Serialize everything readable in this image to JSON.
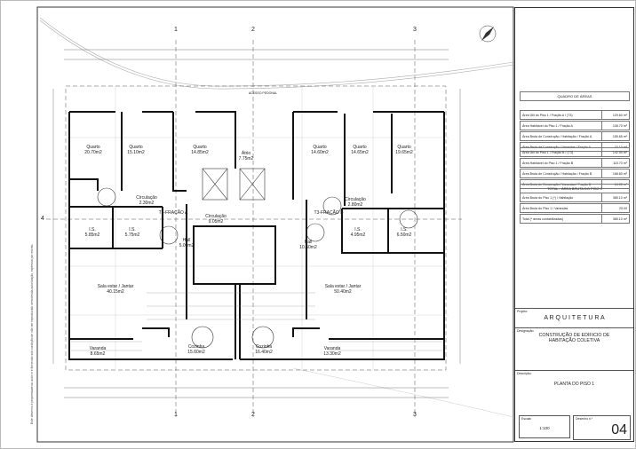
{
  "side_note": "Este desenho é propriedade do autor e é fornecido sob condição de não ser reproduzido sem devida autorização, expressa por escrito.",
  "plan": {
    "axes_top": [
      "1",
      "2",
      "3"
    ],
    "axes_bottom": [
      "1",
      "2",
      "3"
    ],
    "axis_left": "4",
    "fractions": [
      "T3-FRAÇÃO A",
      "T3-FRAÇÃO B"
    ],
    "rooms": [
      {
        "name": "Quarto",
        "area": "20.70m2"
      },
      {
        "name": "Quarto",
        "area": "15.10m2"
      },
      {
        "name": "Quarto",
        "area": "14.85m2"
      },
      {
        "name": "Átrio",
        "area": "7.75m2"
      },
      {
        "name": "Quarto",
        "area": "14.60m2"
      },
      {
        "name": "Quarto",
        "area": "14.65m2"
      },
      {
        "name": "Quarto",
        "area": "19.65m2"
      },
      {
        "name": "Circulação",
        "area": "2.30m2"
      },
      {
        "name": "Circulação",
        "area": "2.80m2"
      },
      {
        "name": "Circulação",
        "area": "9.05m2"
      },
      {
        "name": "I.S.",
        "area": "5.85m2"
      },
      {
        "name": "I.S.",
        "area": "5.75m2"
      },
      {
        "name": "I.S.",
        "area": "4.95m2"
      },
      {
        "name": "I.S.",
        "area": "6.50m2"
      },
      {
        "name": "Hall",
        "area": "5.00m2"
      },
      {
        "name": "Hall",
        "area": "10.50m2"
      },
      {
        "name": "Sala estar / Jantar",
        "area": "40.15m2"
      },
      {
        "name": "Sala estar / Jantar",
        "area": "50.40m2"
      },
      {
        "name": "Cozinha",
        "area": "15.60m2"
      },
      {
        "name": "Cozinha",
        "area": "16.40m2"
      },
      {
        "name": "Varanda",
        "area": "8.65m2"
      },
      {
        "name": "Varanda",
        "area": "13.30m2"
      }
    ],
    "access_label": "ACESSO PEDONAL"
  },
  "title_block": {
    "areas_title": "QUADRO DE ÁREAS",
    "group_a": [
      {
        "label": "Área Útil do Piso 1 / Fração A / (T3)",
        "value": "129.60 m²"
      },
      {
        "label": "Área Habitável do Piso 1 / Fração A",
        "value": "108.70 m²"
      },
      {
        "label": "Área Bruta de Construção / Habitação / Fração A",
        "value": "155.65 m²"
      },
      {
        "label": "Área Bruta de Construção / Varandas / Fração A",
        "value": "10.10 m²"
      }
    ],
    "group_b": [
      {
        "label": "Área Útil do Piso 1 / Fração B / (T3)",
        "value": "142.90 m²"
      },
      {
        "label": "Área Habitável do Piso 1 / Fração B",
        "value": "115.70 m²"
      },
      {
        "label": "Área Bruta de Construção / Habitação / Fração B",
        "value": "168.60 m²"
      },
      {
        "label": "Área Bruta de Construção / Varandas / Fração B",
        "value": "14.90 m²"
      }
    ],
    "total_title": "TOTAL - ÁREA BRUTA DO PISO 1",
    "total": [
      {
        "label": "Área Bruta do Piso 1 (*) / Habitação",
        "value": "385.10 m²"
      },
      {
        "label": "Área Bruta do Piso 1 / Varandas",
        "value": "25.00"
      },
      {
        "label": "Total (* áreas contabilizadas)",
        "value": "385.10 m²"
      }
    ],
    "project_label": "Projeto:",
    "project": "A R Q U I T E T U R A",
    "designation_label": "Designação:",
    "designation": "CONSTRUÇÃO DE EDIFICIO DE HABITAÇÃO COLETIVA",
    "description_label": "Descrição:",
    "description": "PLANTA DO PISO 1",
    "scale_label": "Escala:",
    "scale": "1:100",
    "drawing_label": "Desenho n.º",
    "drawing_number": "04"
  }
}
